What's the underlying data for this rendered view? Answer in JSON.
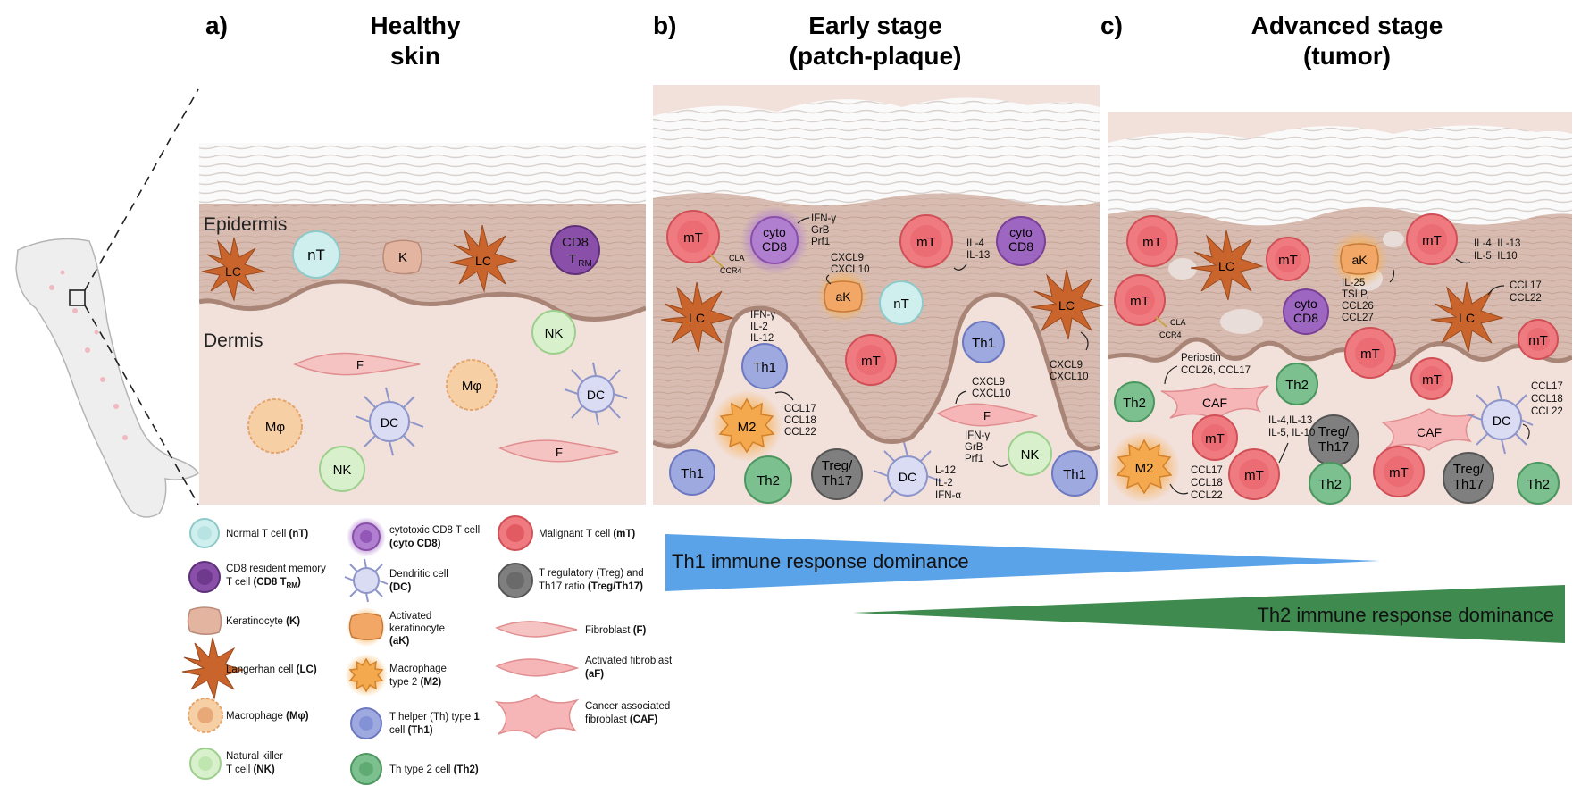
{
  "colors": {
    "epidermis": "#d9c2b8",
    "dermis": "#f2e0da",
    "stratum": "#ffffff",
    "normalT": "#cfeeee",
    "cd8trm": "#8a4fa8",
    "keratinocyte": "#e3b49f",
    "langerhans": "#c8642c",
    "macrophage": "#f7cfa4",
    "nk": "#d8f1cc",
    "cytoCD8": "#b07fd0",
    "dc": "#d9dcf3",
    "aK": "#f2a766",
    "m2": "#f4a94e",
    "th1": "#9ea9e0",
    "th2": "#7dc08f",
    "mT": "#ef7b80",
    "treg": "#7f7f7f",
    "fibroblast": "#f6c3c3",
    "caf": "#f6b6b8",
    "th1_bar": "#5aa3e8",
    "th2_bar": "#3f8a4f"
  },
  "panels": [
    {
      "letter": "a)",
      "title": "Healthy",
      "title2": "skin"
    },
    {
      "letter": "b)",
      "title": "Early stage",
      "title2": "(patch-plaque)"
    },
    {
      "letter": "c)",
      "title": "Advanced stage",
      "title2": "(tumor)"
    }
  ],
  "layers": {
    "epidermis": "Epidermis",
    "dermis": "Dermis"
  },
  "cells_a": {
    "nT": "nT",
    "K": "K",
    "LC": "LC",
    "CD8": "CD8",
    "TRM": "T",
    "TRM_sub": "RM",
    "NK": "NK",
    "F": "F",
    "Mphi": "Mφ",
    "DC": "DC"
  },
  "cells_b": {
    "mT": "mT",
    "cyto": "cyto",
    "CD8": "CD8",
    "aK": "aK",
    "nT": "nT",
    "LC": "LC",
    "Th1": "Th1",
    "M2": "M2",
    "Th2": "Th2",
    "Treg": "Treg/",
    "Th17": "Th17",
    "DC": "DC",
    "NK": "NK",
    "F": "F",
    "CLA": "CLA",
    "CCR4": "CCR4"
  },
  "cells_c": {
    "mT": "mT",
    "LC": "LC",
    "aK": "aK",
    "cyto": "cyto",
    "CD8": "CD8",
    "Th2": "Th2",
    "CAF": "CAF",
    "M2": "M2",
    "Treg": "Treg/",
    "Th17": "Th17",
    "DC": "DC",
    "CLA": "CLA",
    "CCR4": "CCR4"
  },
  "cytokines_b": {
    "ifn_group": [
      "IFN-γ",
      "GrB",
      "Prf1"
    ],
    "il4_13": [
      "IL-4",
      "IL-13"
    ],
    "cxcl_top": [
      "CXCL9",
      "CXCL10"
    ],
    "th1_group": [
      "IFN-γ",
      "IL-2",
      "IL-12"
    ],
    "lc_right": [
      "CXCL9",
      "CXCL10"
    ],
    "m2_group": [
      "CCL17",
      "CCL18",
      "CCL22"
    ],
    "f_group": [
      "CXCL9",
      "CXCL10"
    ],
    "nk_group": [
      "IFN-γ",
      "GrB",
      "Prf1"
    ],
    "dc_group": [
      "L-12",
      "IL-2",
      "IFN-α"
    ]
  },
  "cytokines_c": {
    "mt_right": [
      "IL-4, IL-13",
      "IL-5, IL10"
    ],
    "ak_group": [
      "IL-25",
      "TSLP,",
      "CCL26",
      "CCL27"
    ],
    "lc_group": [
      "CCL17",
      "CCL22"
    ],
    "periostin": [
      "Periostin",
      "CCL26, CCL17"
    ],
    "th2_group": [
      "IL-4,IL-13",
      "IL-5, IL-10"
    ],
    "dc_group": [
      "CCL17",
      "CCL18",
      "CCL22"
    ],
    "m2_group": [
      "CCL17",
      "CCL18",
      "CCL22"
    ]
  },
  "legend": [
    {
      "id": "nT",
      "text": "Normal T cell ",
      "bold": "(nT)"
    },
    {
      "id": "CD8TRM",
      "text": "CD8 resident  memory",
      "text2": "T cell ",
      "bold": "(CD8 T",
      "sub": "RM",
      "bold_end": ")"
    },
    {
      "id": "K",
      "text": "Keratinocyte ",
      "bold": "(K)"
    },
    {
      "id": "LC",
      "text": "Langerhan cell ",
      "bold": "(LC)"
    },
    {
      "id": "Mphi",
      "text": "Macrophage ",
      "bold": "(Mφ)"
    },
    {
      "id": "NK",
      "text": "Natural killer",
      "text2": "T cell ",
      "bold": "(NK)"
    },
    {
      "id": "cytoCD8",
      "text": "cytotoxic CD8 T cell",
      "bold": "(cyto CD8)"
    },
    {
      "id": "DC",
      "text": "Dendritic cell",
      "bold": "(DC)"
    },
    {
      "id": "aK",
      "text": "Activated",
      "text2": "keratinocyte",
      "bold": "(aK)"
    },
    {
      "id": "M2",
      "text": "Macrophage",
      "text2": "type 2 ",
      "bold": "(M2)"
    },
    {
      "id": "Th1",
      "text": "T helper (Th) type ",
      "bold1": "1",
      "text2": "cell ",
      "bold": "(Th1)"
    },
    {
      "id": "Th2",
      "text": "Th type 2 cell ",
      "bold": "(Th2)"
    },
    {
      "id": "mT",
      "text": "Malignant T cell ",
      "bold": "(mT)"
    },
    {
      "id": "Treg",
      "text": "T regulatory (Treg) and",
      "text2": "Th17 ratio ",
      "bold": "(Treg/Th17)"
    },
    {
      "id": "F",
      "text": "Fibroblast ",
      "bold": "(F)"
    },
    {
      "id": "aF",
      "text": "Activated fibroblast",
      "bold": "(aF)"
    },
    {
      "id": "CAF",
      "text": "Cancer associated",
      "text2": "fibroblast ",
      "bold": "(CAF)"
    }
  ],
  "dominance": {
    "th1": "Th1 immune response dominance",
    "th2": "Th2 immune response dominance"
  }
}
